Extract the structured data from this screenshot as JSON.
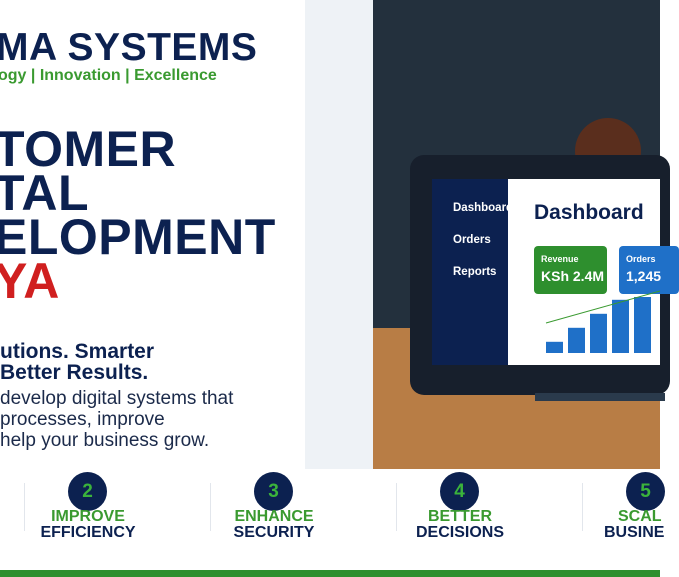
{
  "brand": {
    "title": "MA SYSTEMS",
    "tagline": "ogy | Innovation | Excellence"
  },
  "headline": {
    "line1": "TOMER",
    "line2": "TAL",
    "line3": "ELOPMENT",
    "line4": "YA"
  },
  "subheading": {
    "line1": "utions. Smarter",
    "line2": "Better Results."
  },
  "body": {
    "line1": " develop digital systems that",
    "line2": " processes, improve",
    "line3": " help your business grow."
  },
  "dashboard": {
    "menu": [
      "Dashboard",
      "Orders",
      "Reports"
    ],
    "title": "Dashboard",
    "kpis": [
      {
        "label": "Revenue",
        "value": "KSh 2.4M"
      },
      {
        "label": "Orders",
        "value": "1,245"
      }
    ],
    "bars": [
      0.2,
      0.45,
      0.7,
      0.95,
      1.0
    ],
    "colors": {
      "bar": "#1f70c8",
      "trend": "#3a9a30"
    }
  },
  "steps": [
    {
      "num": "2",
      "line1": "IMPROVE",
      "line2": "EFFICIENCY"
    },
    {
      "num": "3",
      "line1": "ENHANCE",
      "line2": "SECURITY"
    },
    {
      "num": "4",
      "line1": "BETTER",
      "line2": "DECISIONS"
    },
    {
      "num": "5",
      "line1": "SCAL",
      "line2": "BUSINE"
    }
  ],
  "colors": {
    "navy": "#0c2150",
    "green": "#3a9a30",
    "red": "#d01f1f"
  }
}
